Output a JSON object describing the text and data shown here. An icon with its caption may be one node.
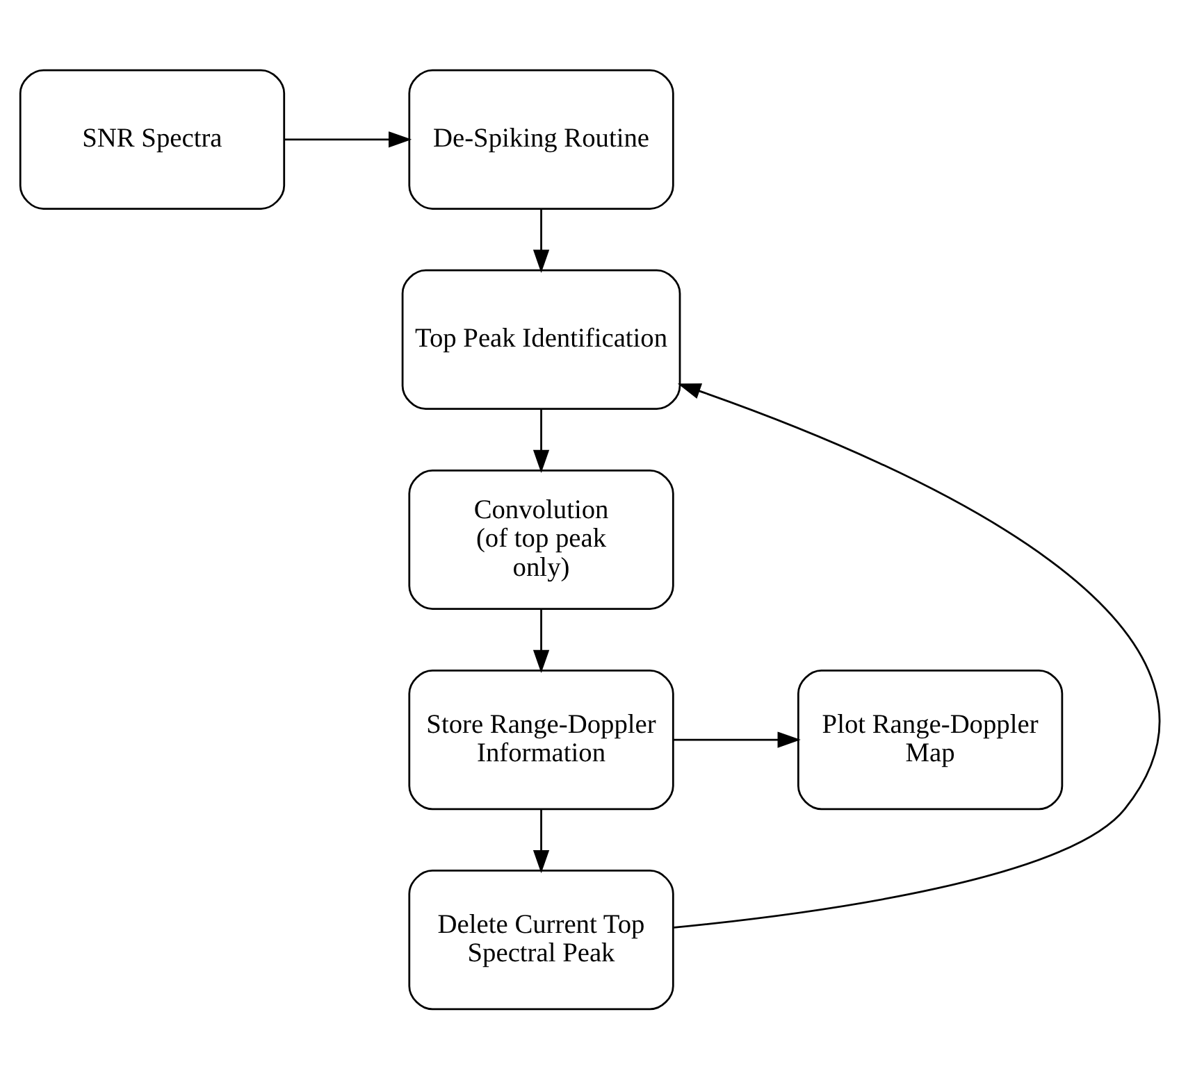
{
  "diagram": {
    "nodes": [
      {
        "text": [
          "SNR Spectra"
        ]
      },
      {
        "text": [
          "De-Spiking Routine"
        ]
      },
      {
        "text": [
          "Top Peak Identification"
        ]
      },
      {
        "text": [
          "Convolution (of top peak only)"
        ]
      },
      {
        "text": [
          "Store Range-Doppler Information"
        ]
      },
      {
        "text": [
          "Plot Range-Doppler Map"
        ]
      },
      {
        "text": [
          "Delete Current Top Spectral Peak"
        ]
      }
    ],
    "edges": [
      {
        "from": 0,
        "to": 1,
        "arrow": "to"
      },
      {
        "from": 1,
        "to": 2,
        "arrow": "to"
      },
      {
        "from": 2,
        "to": 3,
        "arrow": "to"
      },
      {
        "from": 3,
        "to": 4,
        "arrow": "to"
      },
      {
        "from": 4,
        "to": 5,
        "arrow": "to"
      },
      {
        "from": 4,
        "to": 6,
        "arrow": "to"
      },
      {
        "from": 6,
        "to": 2,
        "arrow": "to"
      }
    ]
  }
}
